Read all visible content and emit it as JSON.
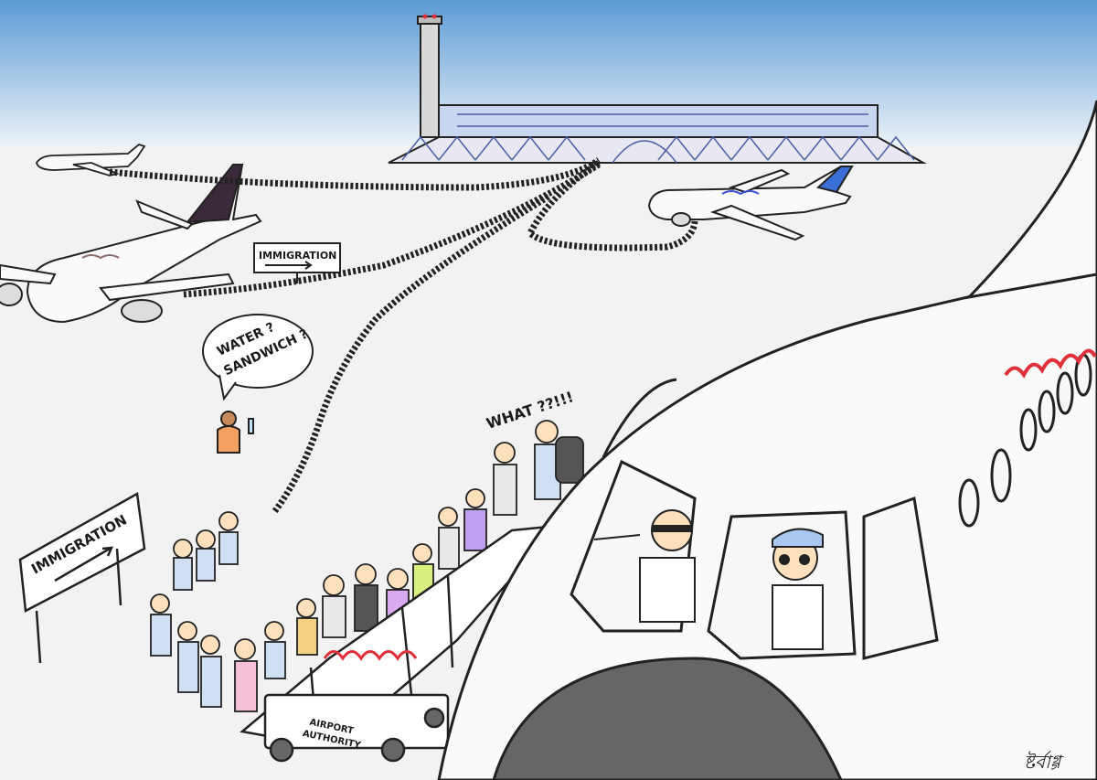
{
  "signs": {
    "left_sign": "IMMIGRATION",
    "far_sign": "IMMIGRATION"
  },
  "speech": {
    "vendor": {
      "line1": "WATER ?",
      "line2": "SANDWICH ?"
    },
    "passenger": "WHAT ??!!!"
  },
  "stairs": {
    "label_line1": "AIRPORT",
    "label_line2": "AUTHORITY"
  },
  "artist_signature": "ষ্টর্বাগ্গ",
  "colors": {
    "sky_top": "#5b9bd5",
    "sky_bottom": "#f5f7fa",
    "ground": "#f2f2f2",
    "airline_logo": "#e0303a",
    "tail_dark": "#3a2a3a",
    "tail_blue": "#3a6fd8"
  },
  "icons": [
    "control-tower",
    "terminal-building",
    "airplane",
    "staircase-truck"
  ]
}
